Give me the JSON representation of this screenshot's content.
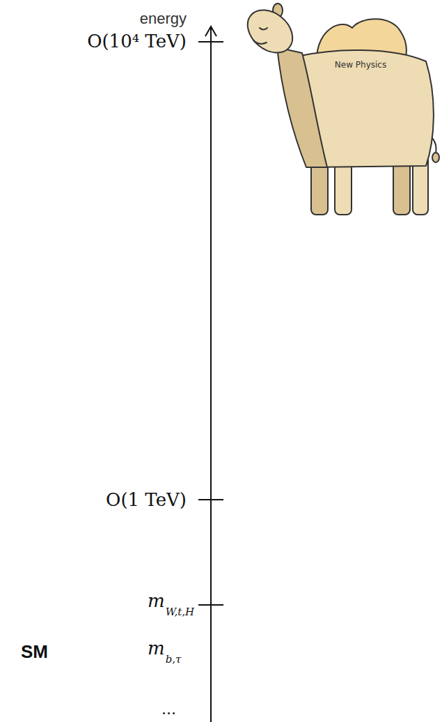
{
  "diagram": {
    "nodes": [
      {
        "text": [
          "New Physics"
        ]
      }
    ],
    "labels": [
      "energy",
      "O(10⁴ TeV)",
      "O(1 TeV)",
      "m",
      "W,t,H",
      "SM",
      "m",
      "b,τ",
      "..."
    ]
  }
}
